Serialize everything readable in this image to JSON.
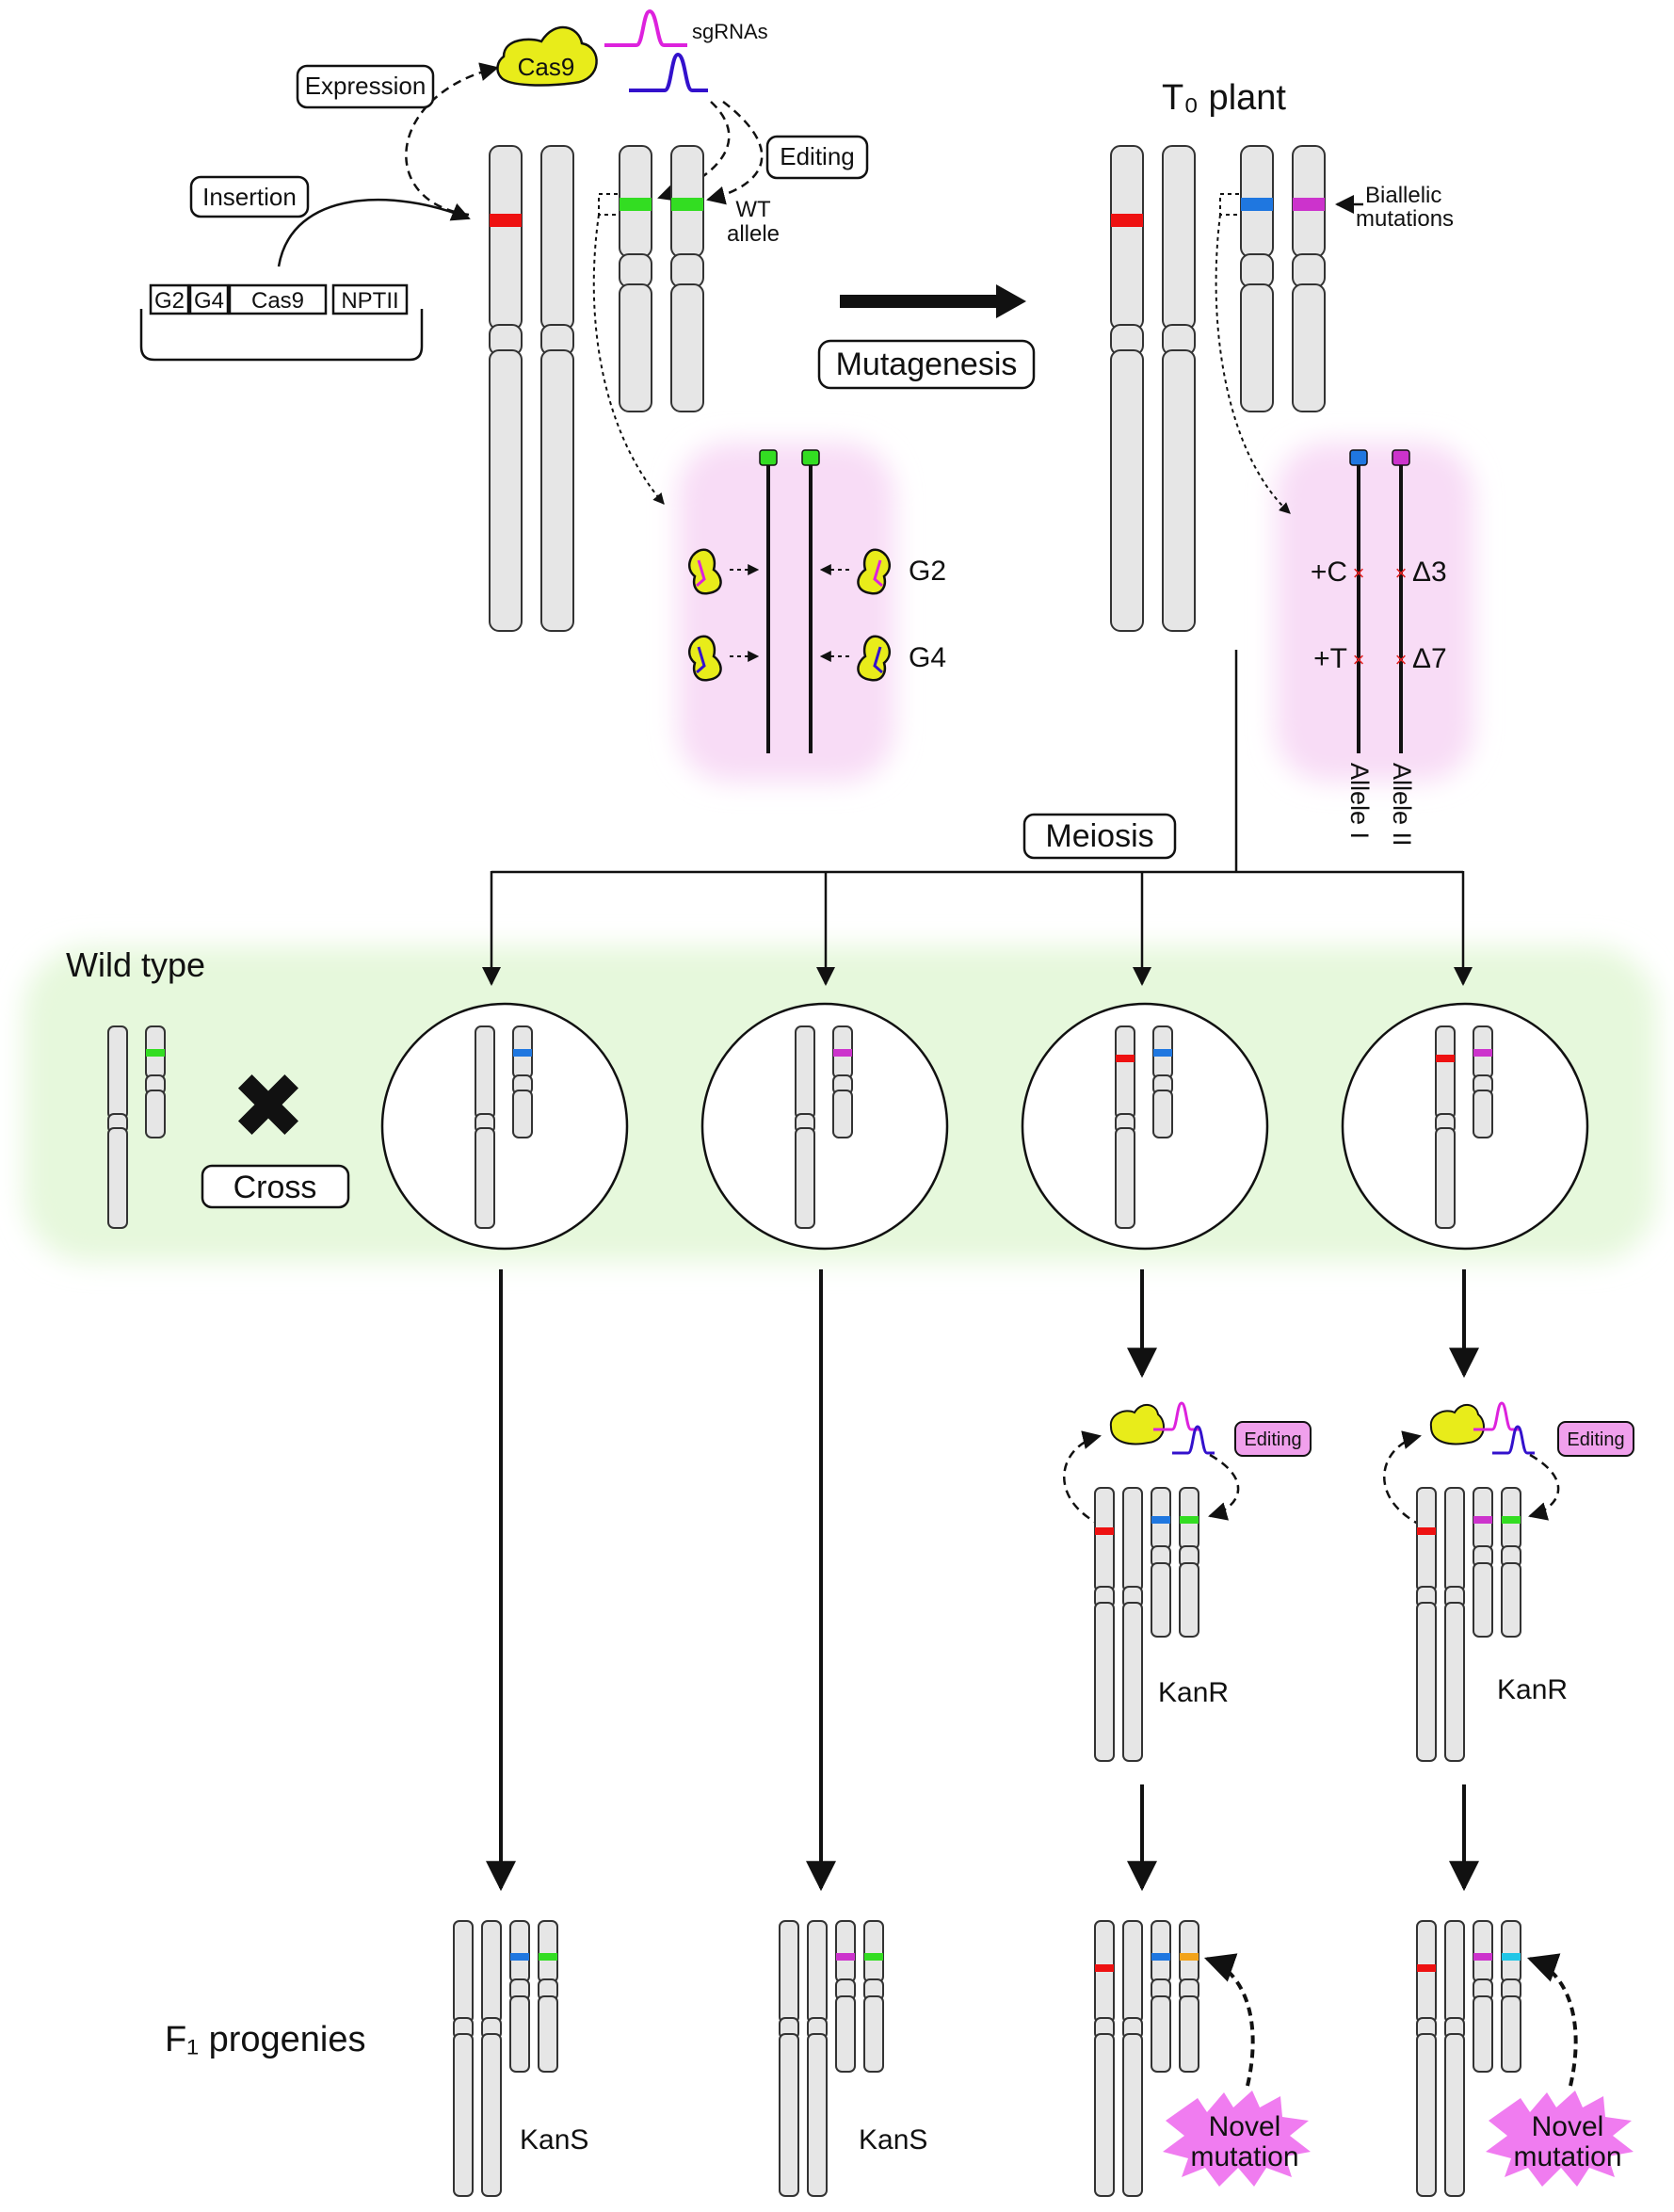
{
  "labels": {
    "expression": "Expression",
    "insertion": "Insertion",
    "cas9": "Cas9",
    "sgrnas": "sgRNAs",
    "editing": "Editing",
    "wt_allele_1": "WT",
    "wt_allele_2": "allele",
    "mutagenesis": "Mutagenesis",
    "t0_plant": "T₀ plant",
    "biallelic_1": "Biallelic",
    "biallelic_2": "mutations",
    "g2": "G2",
    "g4": "G4",
    "mut_c": "+C",
    "mut_t": "+T",
    "del3": "Δ3",
    "del7": "Δ7",
    "allele_i": "Allele I",
    "allele_ii": "Allele II",
    "meiosis": "Meiosis",
    "wild_type": "Wild type",
    "cross": "Cross",
    "cross_symbol": "✖",
    "kanr": "KanR",
    "kans": "KanS",
    "f1_progenies": "F₁ progenies",
    "novel_1": "Novel",
    "novel_2": "mutation"
  },
  "construct": {
    "parts": [
      "G2",
      "G4",
      "Cas9",
      "NPTII"
    ]
  },
  "colors": {
    "cas9": "#e8ec1a",
    "transgene": "#ee1111",
    "wt": "#33dd22",
    "allele_i": "#1f77e0",
    "allele_ii": "#cc33cc",
    "novel_orange": "#f2a31a",
    "novel_cyan": "#22c6e6",
    "sgrna_1": "#dd22dd",
    "sgrna_2": "#3311cc",
    "editing_box": "#f0a0ec",
    "pink_panel": "#f8dcf6",
    "green_panel": "#e6f8dc",
    "novel_burst": "#f07cf0"
  }
}
